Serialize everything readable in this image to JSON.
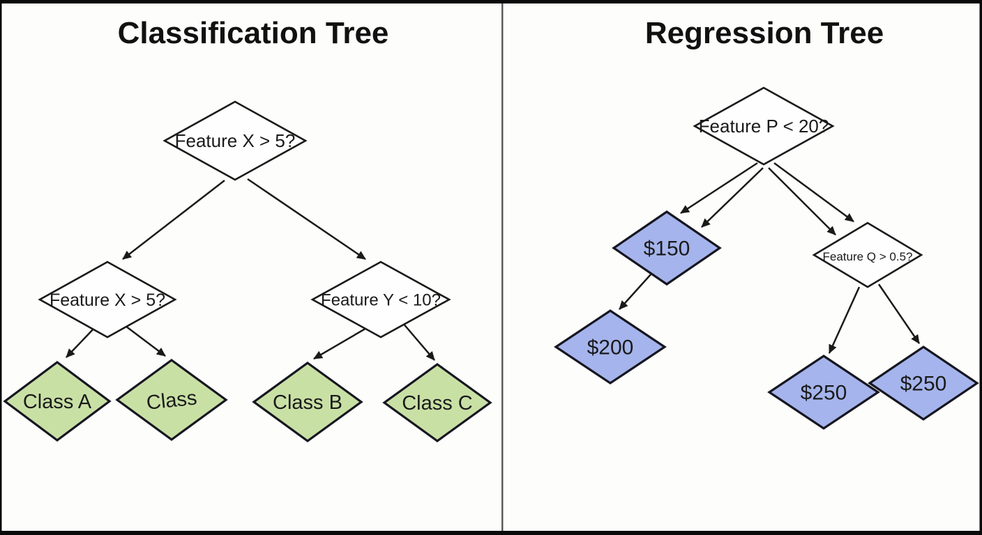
{
  "figure": {
    "type": "decision-tree-comparison"
  },
  "colors": {
    "background": "#fdfdfc",
    "frame": "#0a0a0a",
    "divider": "#5c5c5c",
    "decision_fill": "#fefefe",
    "class_leaf_fill": "#c9e0a5",
    "value_leaf_fill": "#a5b4ec",
    "edge": "#1a1a1a"
  },
  "classification_tree": {
    "title": "Classification Tree",
    "root": {
      "label": "Feature X > 5?"
    },
    "left_child": {
      "label": "Feature X > 5?"
    },
    "right_child": {
      "label": "Feature Y < 10?"
    },
    "leaves": {
      "a": {
        "label": "Class A"
      },
      "b": {
        "label": "Class"
      },
      "c": {
        "label": "Class B"
      },
      "d": {
        "label": "Class C"
      }
    }
  },
  "regression_tree": {
    "title": "Regression Tree",
    "root": {
      "label": "Feature P < 20?"
    },
    "decision_child": {
      "label": "Feature Q > 0.5?"
    },
    "leaves": {
      "v150": {
        "label": "$150"
      },
      "v200": {
        "label": "$200"
      },
      "v250_left": {
        "label": "$250"
      },
      "v250_right": {
        "label": "$250"
      }
    }
  }
}
